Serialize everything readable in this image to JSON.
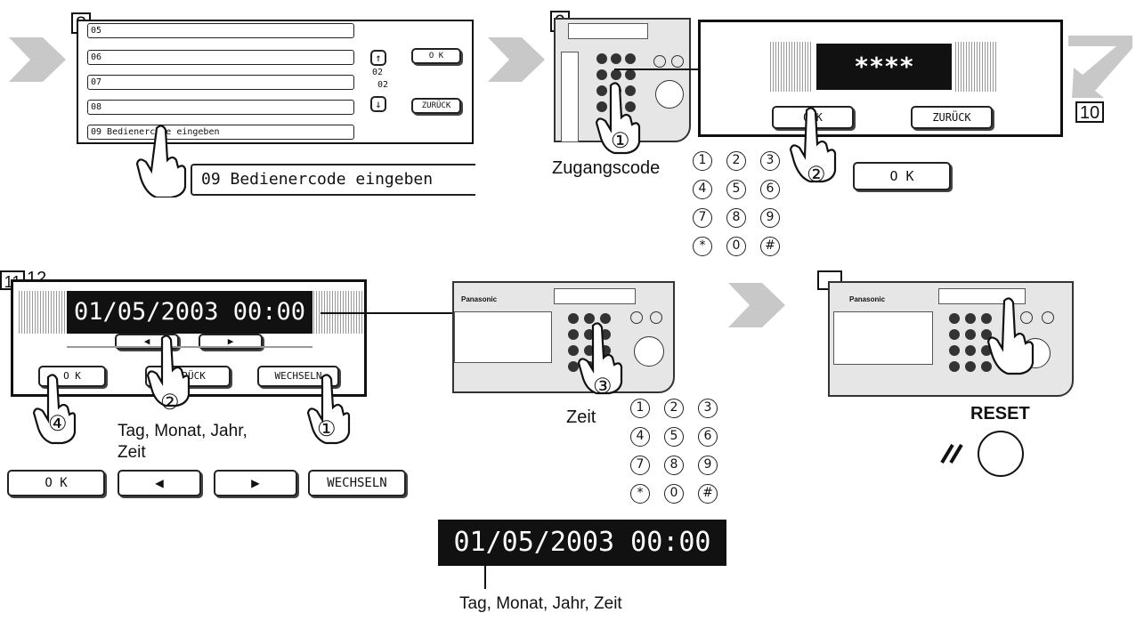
{
  "steps": {
    "s8": "8",
    "s9": "9",
    "s10": "10",
    "s11": "11",
    "s12": "12",
    "s13": ""
  },
  "step8": {
    "rows": [
      "05",
      "06",
      "07",
      "08",
      "09  Bedienercode eingeben"
    ],
    "page_current": "02",
    "page_total": "02",
    "ok_label": "O K",
    "back_label": "ZURÜCK",
    "zoom_text": "09  Bedienercode eingeben"
  },
  "step9": {
    "password_mask": "****",
    "ok_label": "O K",
    "back_label": "ZURÜCK",
    "label_access_code": "Zugangscode",
    "ok_button_large": "O K",
    "callout_1": "①",
    "callout_2": "②"
  },
  "keypad": [
    "1",
    "2",
    "3",
    "4",
    "5",
    "6",
    "7",
    "8",
    "9",
    "*",
    "0",
    "#"
  ],
  "step11": {
    "datetime": "01/05/2003  00:00",
    "ok_label": "O K",
    "back_label": "ZURÜCK",
    "change_label": "WECHSELN",
    "caption_line1": "Tag, Monat, Jahr,",
    "caption_line2": "Zeit",
    "large_ok": "O K",
    "large_change": "WECHSELN",
    "callout_1": "①",
    "callout_2": "②",
    "callout_3": "③",
    "callout_4": "④",
    "label_time": "Zeit"
  },
  "datetime_display": {
    "value": "01/05/2003  00:00",
    "caption": "Tag, Monat, Jahr, Zeit"
  },
  "panel": {
    "brand": "Panasonic"
  },
  "reset": {
    "label": "RESET"
  },
  "colors": {
    "chevron": "#c8c8c8",
    "black": "#111111",
    "panel": "#e6e6e6"
  }
}
